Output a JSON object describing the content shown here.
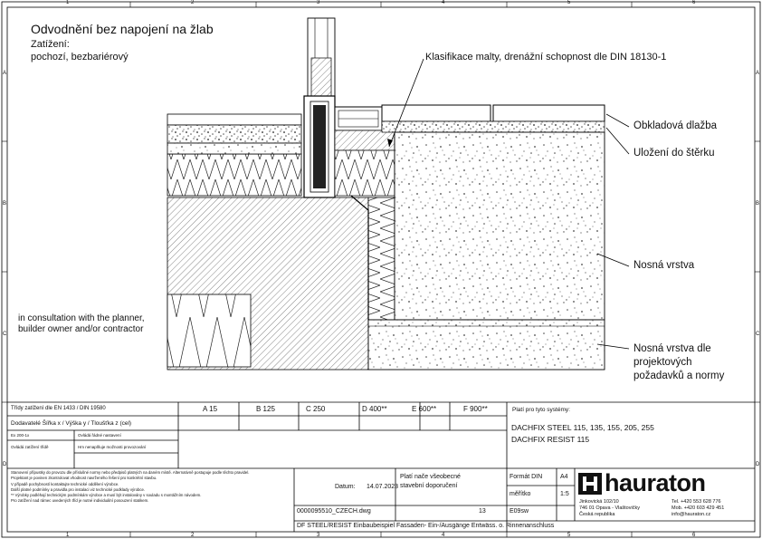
{
  "drawing": {
    "title": "Odvodnění bez napojení na žlab",
    "load_label": "Zatížení:",
    "load_value": "pochozí, bezbariérový",
    "note": [
      "in consultation with the planner,",
      "builder owner and/or contractor"
    ]
  },
  "callouts": {
    "mortar": "Klasifikace malty, drenážní schopnost dle DIN 18130-1",
    "tiles": "Obkladová dlažba",
    "gravel": "Uložení do štěrku",
    "base": "Nosná vrstva",
    "base_project": [
      "Nosná vrstva dle",
      "projektových",
      "požadavků a normy"
    ]
  },
  "frame": {
    "columns": [
      "1",
      "2",
      "3",
      "4",
      "5",
      "6"
    ],
    "rows": [
      "A",
      "B",
      "C",
      "D"
    ]
  },
  "title_block": {
    "class_label": "Třídy zatížení dle EN 1433 / DIN 19580",
    "classes": [
      "A 15",
      "B 125",
      "C 250",
      "D 400**",
      "E 600**",
      "F 900**"
    ],
    "dims_label": "Dodavatelé  Šířka x / Výška y / Tloušťka z (cel)",
    "small_rows": [
      "Ex 200-1x",
      "Ovládá zatížení třídě",
      "Ovládá řádné nastavení",
      "Hm nenaplňuje možnosti provozování"
    ],
    "fine_print": [
      "Stanovení přípustky do provozu dle příslušné normy nebo předpisů platných na daném místě. Alternativně postupuje podle těchto pravidel.",
      "Projektant je povinen zkontrolovat vhodnost navrženého řešení pro konkrétní stavbu.",
      "V případě pochybností kontaktujte technické oddělení výrobce.",
      "Další platné podmínky a pravidla pro instalaci viz technické podklady výrobce.",
      "** Výrobky podléhají technickým podmínkám výrobce a musí být instalovány v souladu s montážním návodem.",
      "Pro zatížení nad rámec uvedených tříd je nutné individuální posouzení statikem."
    ],
    "systems_label": "Platí pro tyto systémy:",
    "systems": [
      "DACHFIX STEEL 115, 135, 155, 205, 255",
      "DACHFIX RESIST 115"
    ],
    "validity": [
      "Platí nače všeobecné",
      "stavební doporučení"
    ],
    "date_label": "Datum:",
    "date": "14.07.2023",
    "format_label": "Formát DIN",
    "format": "A4",
    "scale_label": "měřítko",
    "scale": "1:5",
    "file": "0000095510_CZECH.dwg",
    "sheet": "13",
    "code": "E09sw",
    "caption": "DF STEEL/RESIST Einbaubeispiel Fassaden- Ein-/Ausgänge Entwäss. o. Rinnenanschluss"
  },
  "company": {
    "logo": "hauraton",
    "address": [
      "Jinkovická 102/10",
      "746 01 Opava - Vlaštovičky",
      "Česká republika"
    ],
    "phone": "Tel. +420 553 628 776",
    "mobile": "Mob. +420 603 429 451",
    "email": "info@hauraton.cz"
  }
}
